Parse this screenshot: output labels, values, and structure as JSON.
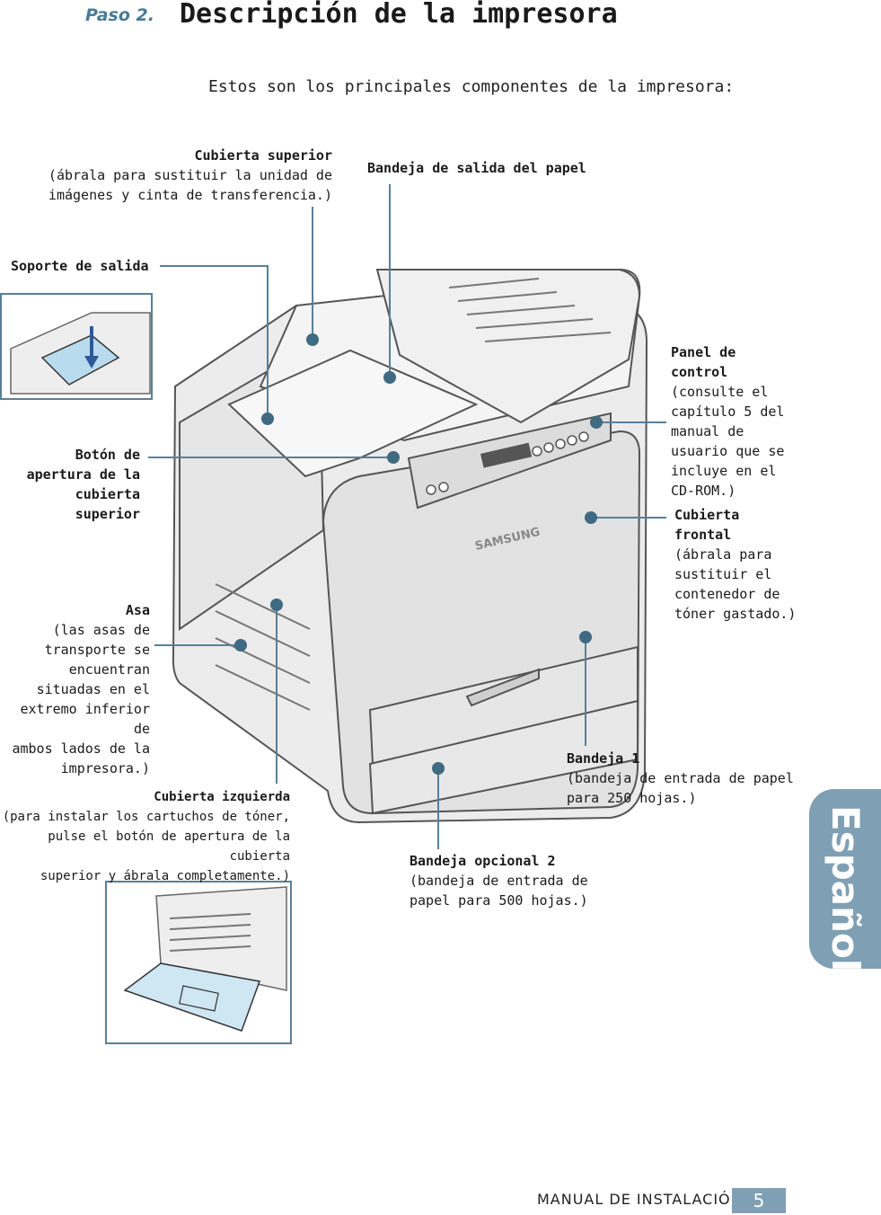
{
  "header": {
    "step": "Paso 2.",
    "title": "Descripción de la impresora"
  },
  "intro": "Estos son los principales componentes de la impresora:",
  "labels": {
    "cubierta_superior": {
      "title": "Cubierta superior",
      "desc1": "(ábrala para sustituir la unidad de",
      "desc2": "imágenes y cinta de transferencia.)"
    },
    "bandeja_salida": {
      "title": "Bandeja de salida del papel"
    },
    "soporte_salida": {
      "title": "Soporte de salida"
    },
    "panel_control": {
      "title1": "Panel de",
      "title2": "control",
      "desc": [
        "(consulte el",
        "capítulo 5 del",
        "manual de",
        "usuario que se",
        "incluye en el",
        "CD-ROM.)"
      ]
    },
    "boton_apertura": {
      "title": [
        "Botón de",
        "apertura de la",
        "cubierta",
        "superior"
      ]
    },
    "cubierta_frontal": {
      "title1": "Cubierta",
      "title2": "frontal",
      "desc": [
        "(ábrala para",
        "sustituir el",
        "contenedor de",
        "tóner gastado.)"
      ]
    },
    "asa": {
      "title": "Asa",
      "desc": [
        "(las asas de",
        "transporte se",
        "encuentran",
        "situadas en el",
        "extremo inferior de",
        "ambos lados de la",
        "impresora.)"
      ]
    },
    "bandeja1": {
      "title": "Bandeja 1",
      "desc1": "(bandeja de entrada de papel",
      "desc2": "para 250 hojas.)"
    },
    "cubierta_izquierda": {
      "title": "Cubierta izquierda",
      "desc": [
        "(para instalar los cartuchos de tóner,",
        "pulse el botón de apertura de la cubierta",
        "superior y ábrala completamente.)"
      ]
    },
    "bandeja2": {
      "title": "Bandeja opcional 2",
      "desc1": "(bandeja de entrada de",
      "desc2": "papel para 500 hojas.)"
    }
  },
  "brand": "SAMSUNG",
  "side_tab": "Español",
  "footer": {
    "manual": "MANUAL DE INSTALACIÓN",
    "page": "5"
  },
  "colors": {
    "accent": "#7fa0b4",
    "leader": "#5a7f96",
    "dot": "#3f6a82"
  }
}
